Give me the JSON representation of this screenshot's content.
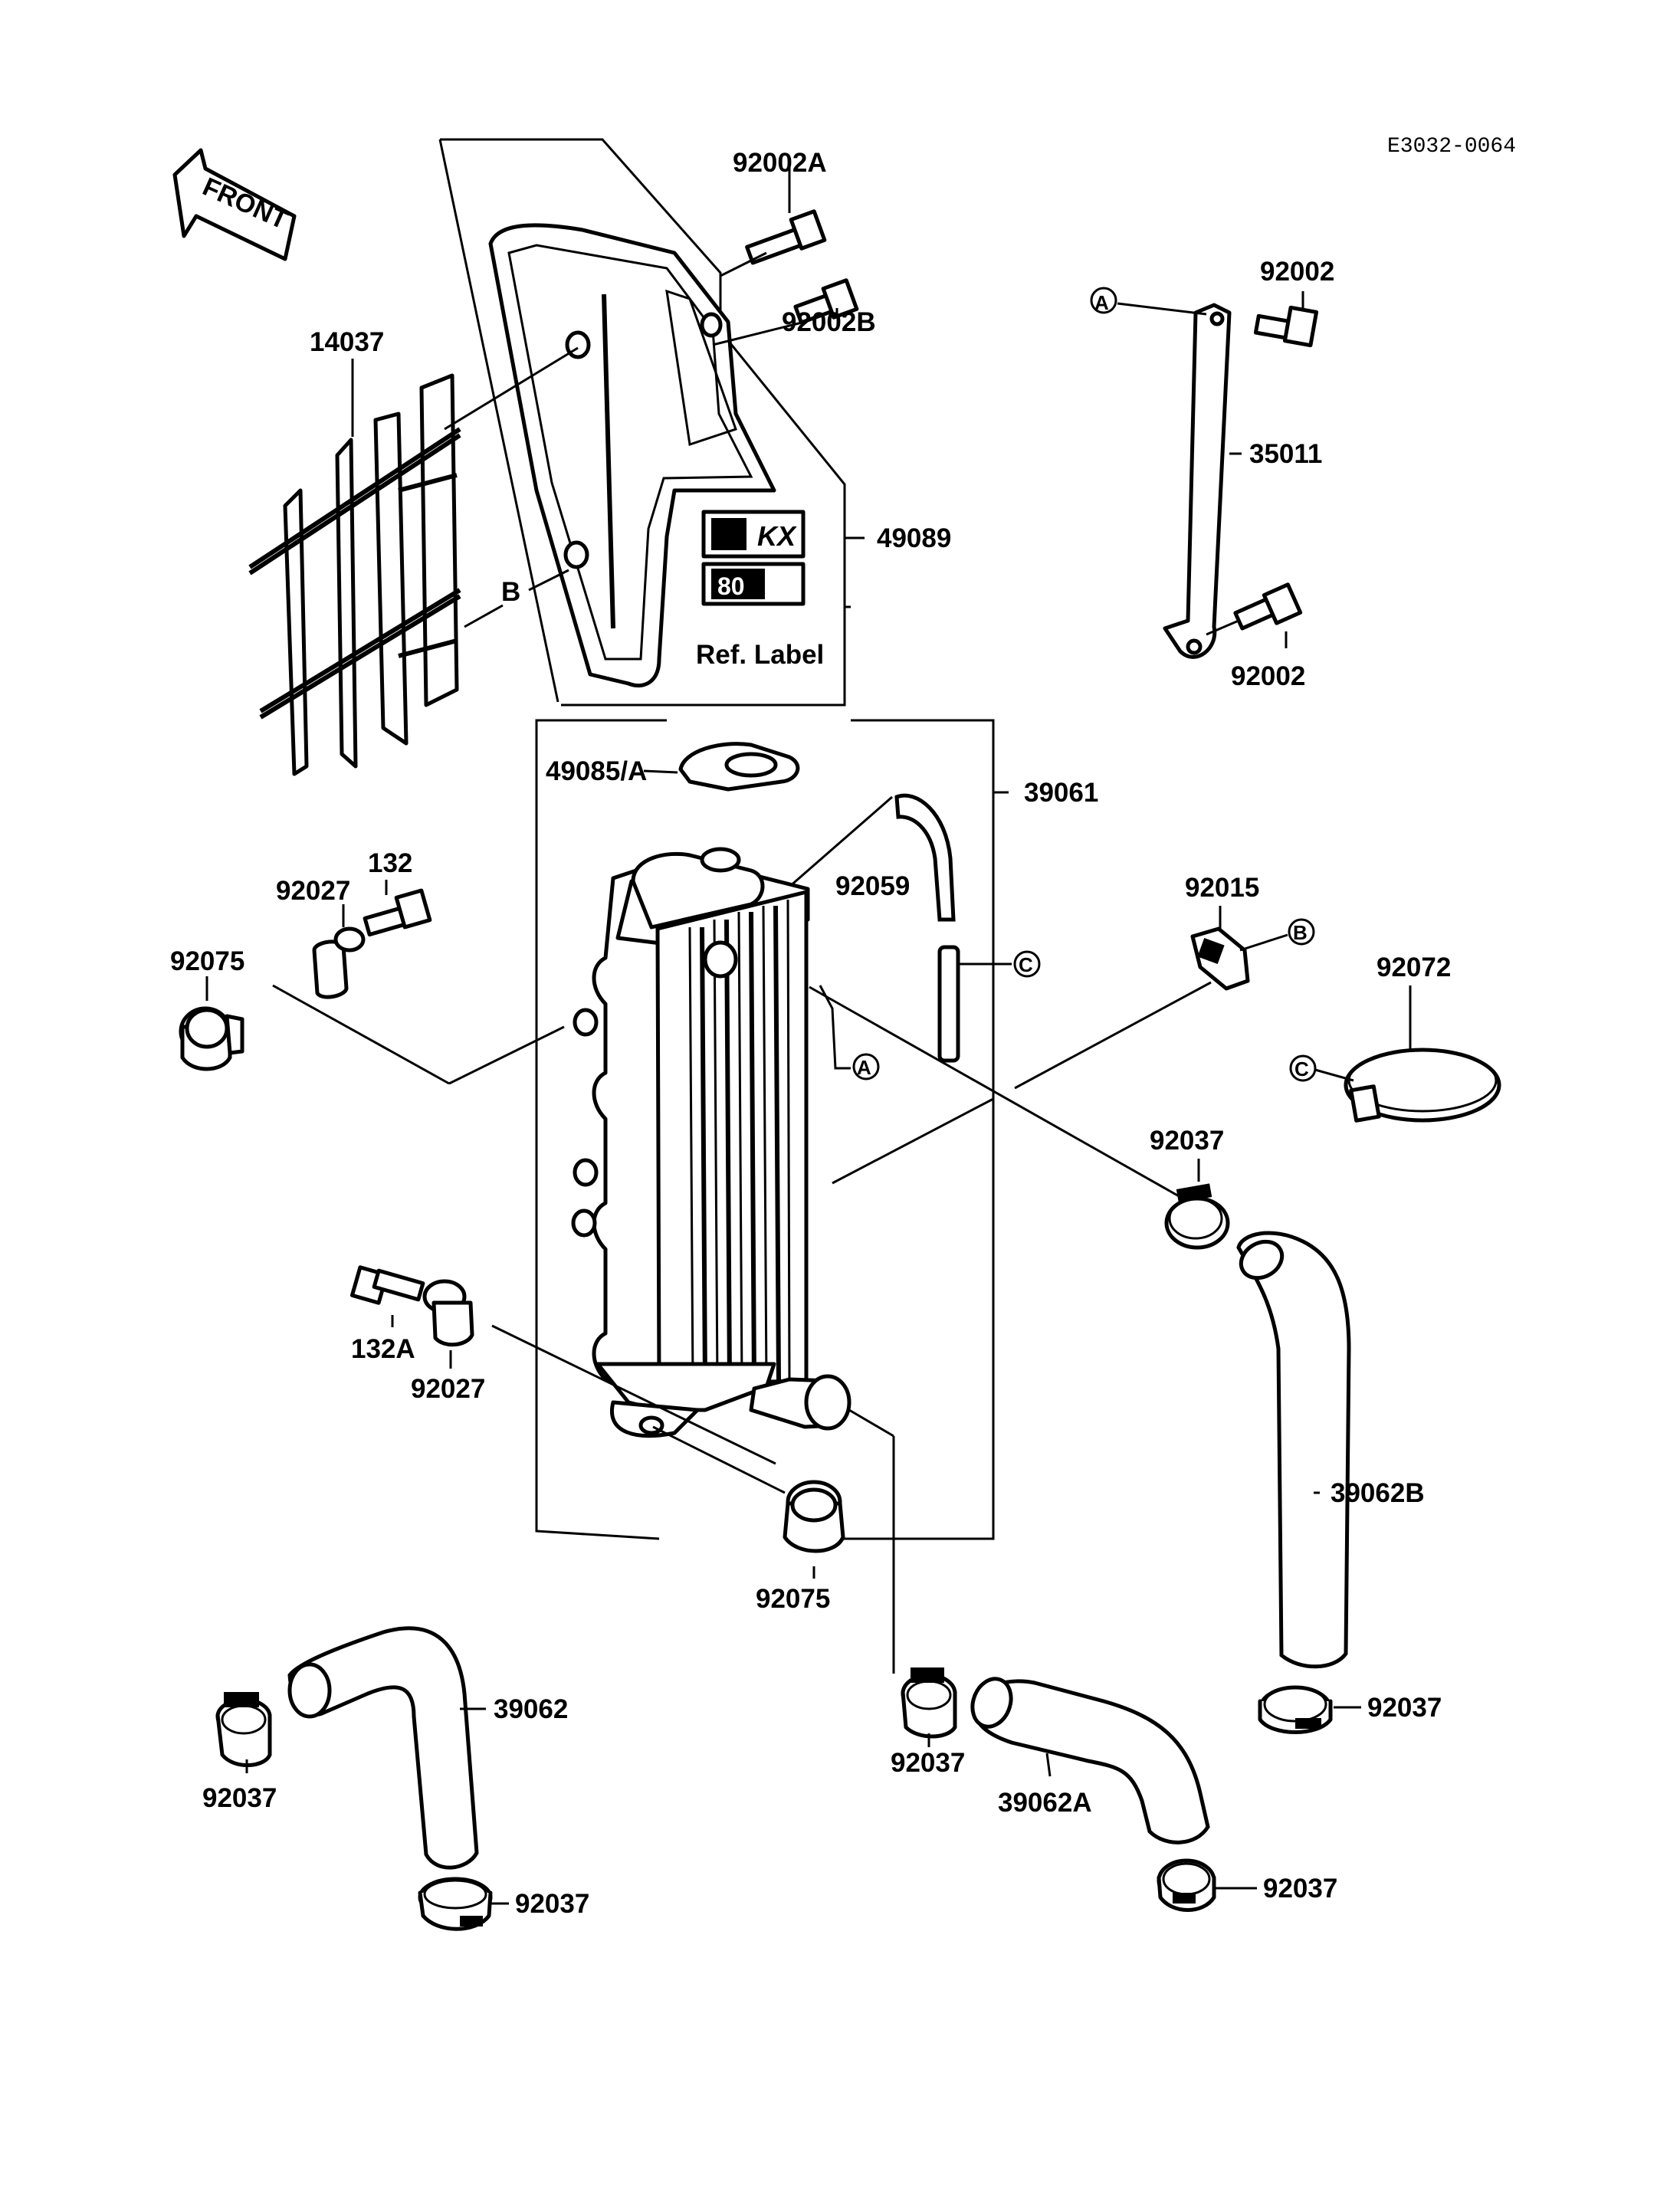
{
  "diagram": {
    "ref_code": "E3032-0064",
    "front_label": "FRONT",
    "ref_label": "Ref. Label",
    "decal_text_top": "KX",
    "decal_text_bottom": "80",
    "parts": {
      "p92002A": "92002A",
      "p92002B": "92002B",
      "p92002_top": "92002",
      "p92002_bottom": "92002",
      "p35011": "35011",
      "p14037": "14037",
      "p49089": "49089",
      "p49085A": "49085/A",
      "p39061": "39061",
      "p92059": "92059",
      "p92027_top": "92027",
      "p132": "132",
      "p92075_left": "92075",
      "p92015": "92015",
      "p92072": "92072",
      "p92037_mid": "92037",
      "p132A": "132A",
      "p92027_bottom": "92027",
      "p92075_bottom": "92075",
      "p39062B": "39062B",
      "p92037_right": "92037",
      "p39062": "39062",
      "p92037_left": "92037",
      "p92037_lower_left": "92037",
      "p92037_center": "92037",
      "p39062A": "39062A",
      "p92037_lower_right": "92037"
    },
    "callouts": {
      "A_top": "A",
      "A_mid": "A",
      "B_left": "B",
      "B_right": "B",
      "C_top": "C",
      "C_right": "C"
    }
  }
}
